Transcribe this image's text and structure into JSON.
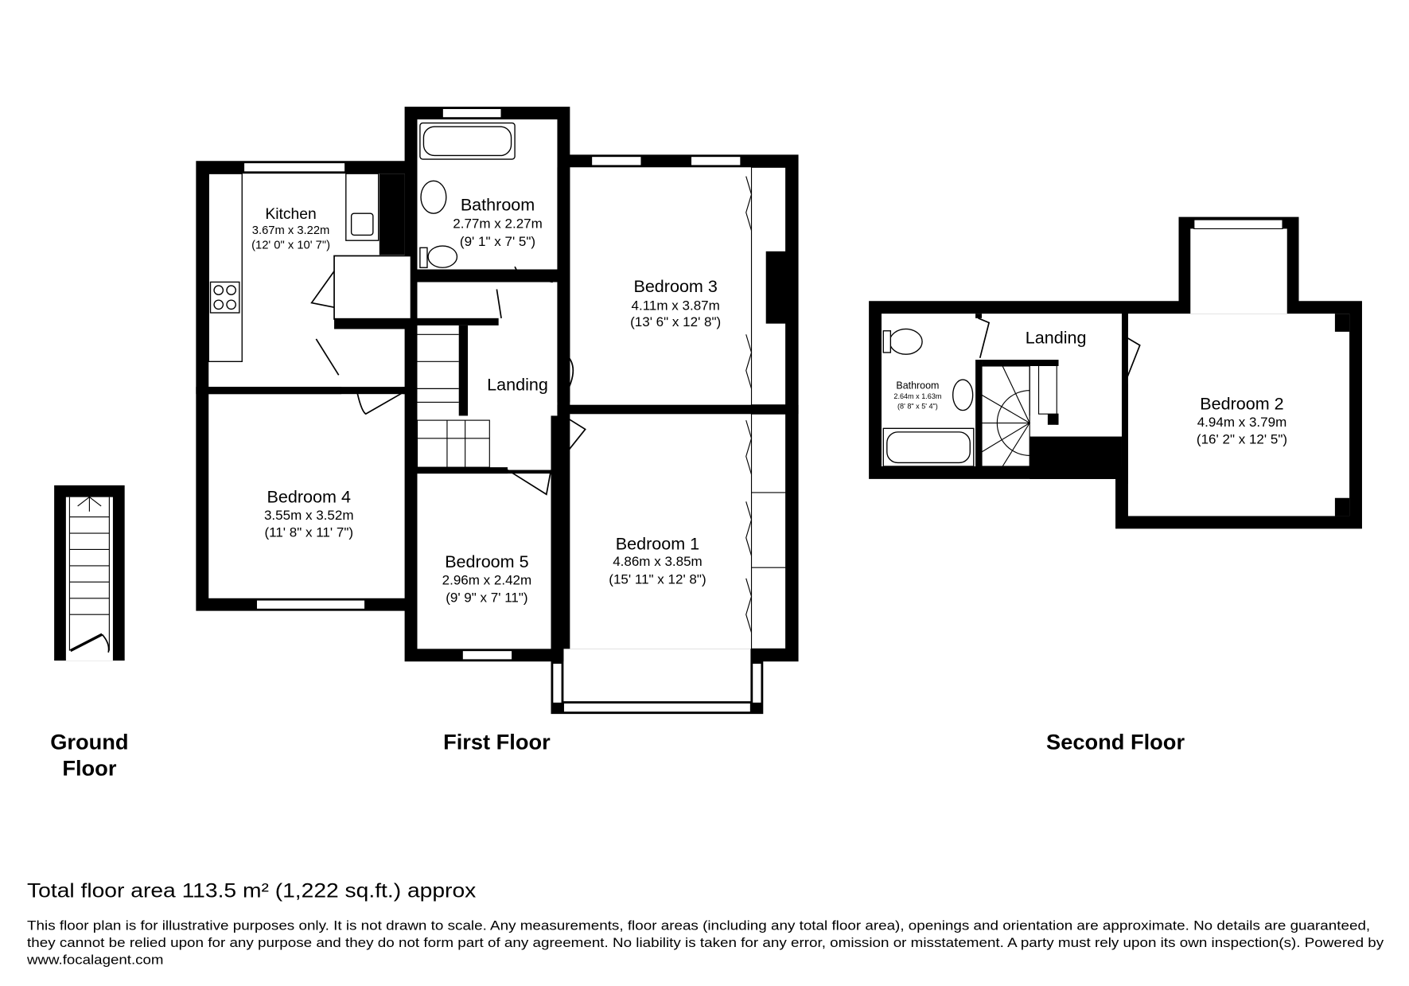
{
  "floors": {
    "ground": {
      "label_line1": "Ground",
      "label_line2": "Floor"
    },
    "first": {
      "label": "First Floor",
      "rooms": {
        "kitchen": {
          "name": "Kitchen",
          "metric": "3.67m x 3.22m",
          "imperial": "(12' 0\" x 10' 7\")"
        },
        "bathroom": {
          "name": "Bathroom",
          "metric": "2.77m x 2.27m",
          "imperial": "(9' 1\" x 7' 5\")"
        },
        "bedroom3": {
          "name": "Bedroom 3",
          "metric": "4.11m x 3.87m",
          "imperial": "(13' 6\" x 12' 8\")"
        },
        "landing": {
          "name": "Landing"
        },
        "bedroom4": {
          "name": "Bedroom 4",
          "metric": "3.55m x 3.52m",
          "imperial": "(11' 8\" x 11' 7\")"
        },
        "bedroom5": {
          "name": "Bedroom 5",
          "metric": "2.96m x 2.42m",
          "imperial": "(9' 9\" x 7' 11\")"
        },
        "bedroom1": {
          "name": "Bedroom 1",
          "metric": "4.86m x 3.85m",
          "imperial": "(15' 11\" x 12' 8\")"
        }
      }
    },
    "second": {
      "label": "Second Floor",
      "rooms": {
        "landing": {
          "name": "Landing"
        },
        "bathroom": {
          "name": "Bathroom",
          "metric": "2.64m x 1.63m",
          "imperial": "(8' 8\" x 5' 4\")"
        },
        "bedroom2": {
          "name": "Bedroom 2",
          "metric": "4.94m x 3.79m",
          "imperial": "(16' 2\" x 12' 5\")"
        }
      }
    }
  },
  "footer": {
    "total_area": "Total floor area 113.5 m² (1,222 sq.ft.) approx",
    "disclaimer_lines": [
      "This floor plan is for illustrative purposes only. It is not drawn to scale. Any measurements, floor areas (including any total floor area), openings and orientation are approximate. No details are guaranteed,",
      "they cannot be relied upon for any purpose and they do not form part of any agreement. No liability is taken for any error, omission or misstatement. A party must rely upon its own inspection(s). Powered by",
      "www.focalagent.com"
    ]
  }
}
